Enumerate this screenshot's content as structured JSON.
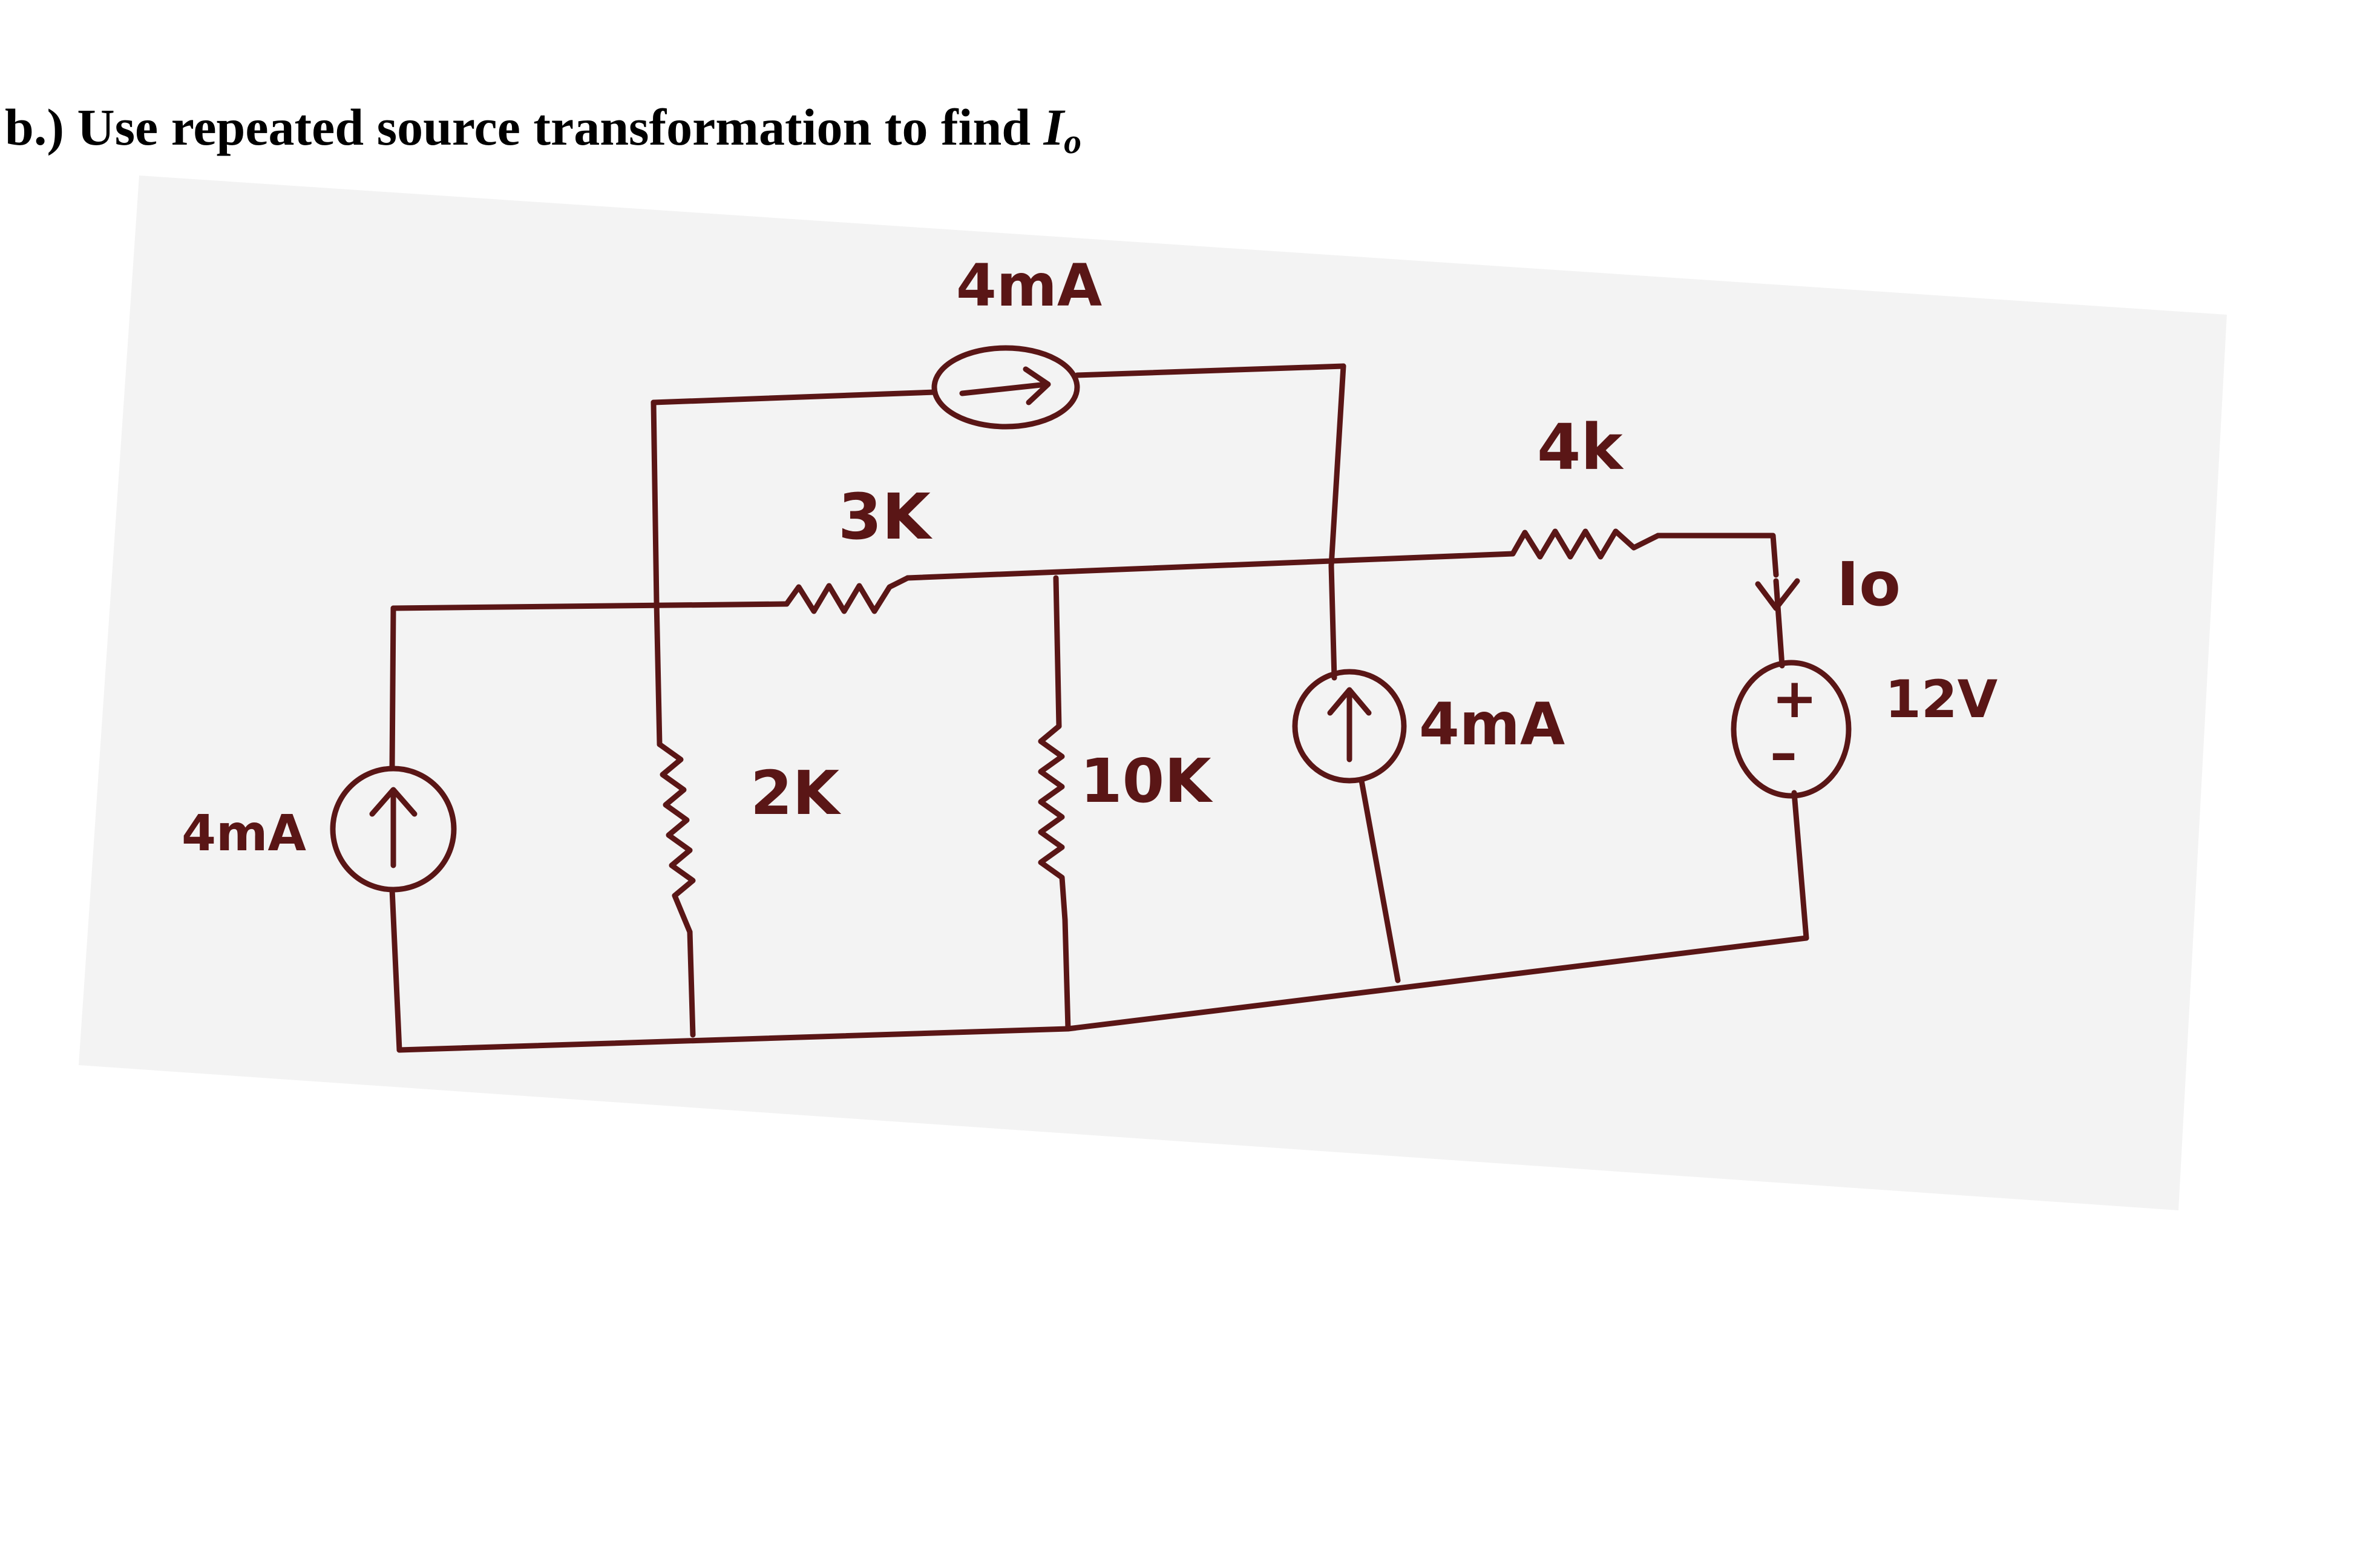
{
  "question": {
    "prefix": "b.) Use repeated source transformation to find ",
    "variable": "I",
    "subscript": "o"
  },
  "circuit": {
    "labels": {
      "top_source": "4mA",
      "left_source": "4mA",
      "resistor_3k": "3K",
      "resistor_2k": "2K",
      "resistor_10k": "10K",
      "resistor_4k": "4k",
      "mid_source": "4mA",
      "current_io": "Io",
      "voltage_source": "12V",
      "plus": "+",
      "minus": "–"
    },
    "colors": {
      "ink": "#5a1616",
      "paper": "#f3f3f3"
    }
  }
}
